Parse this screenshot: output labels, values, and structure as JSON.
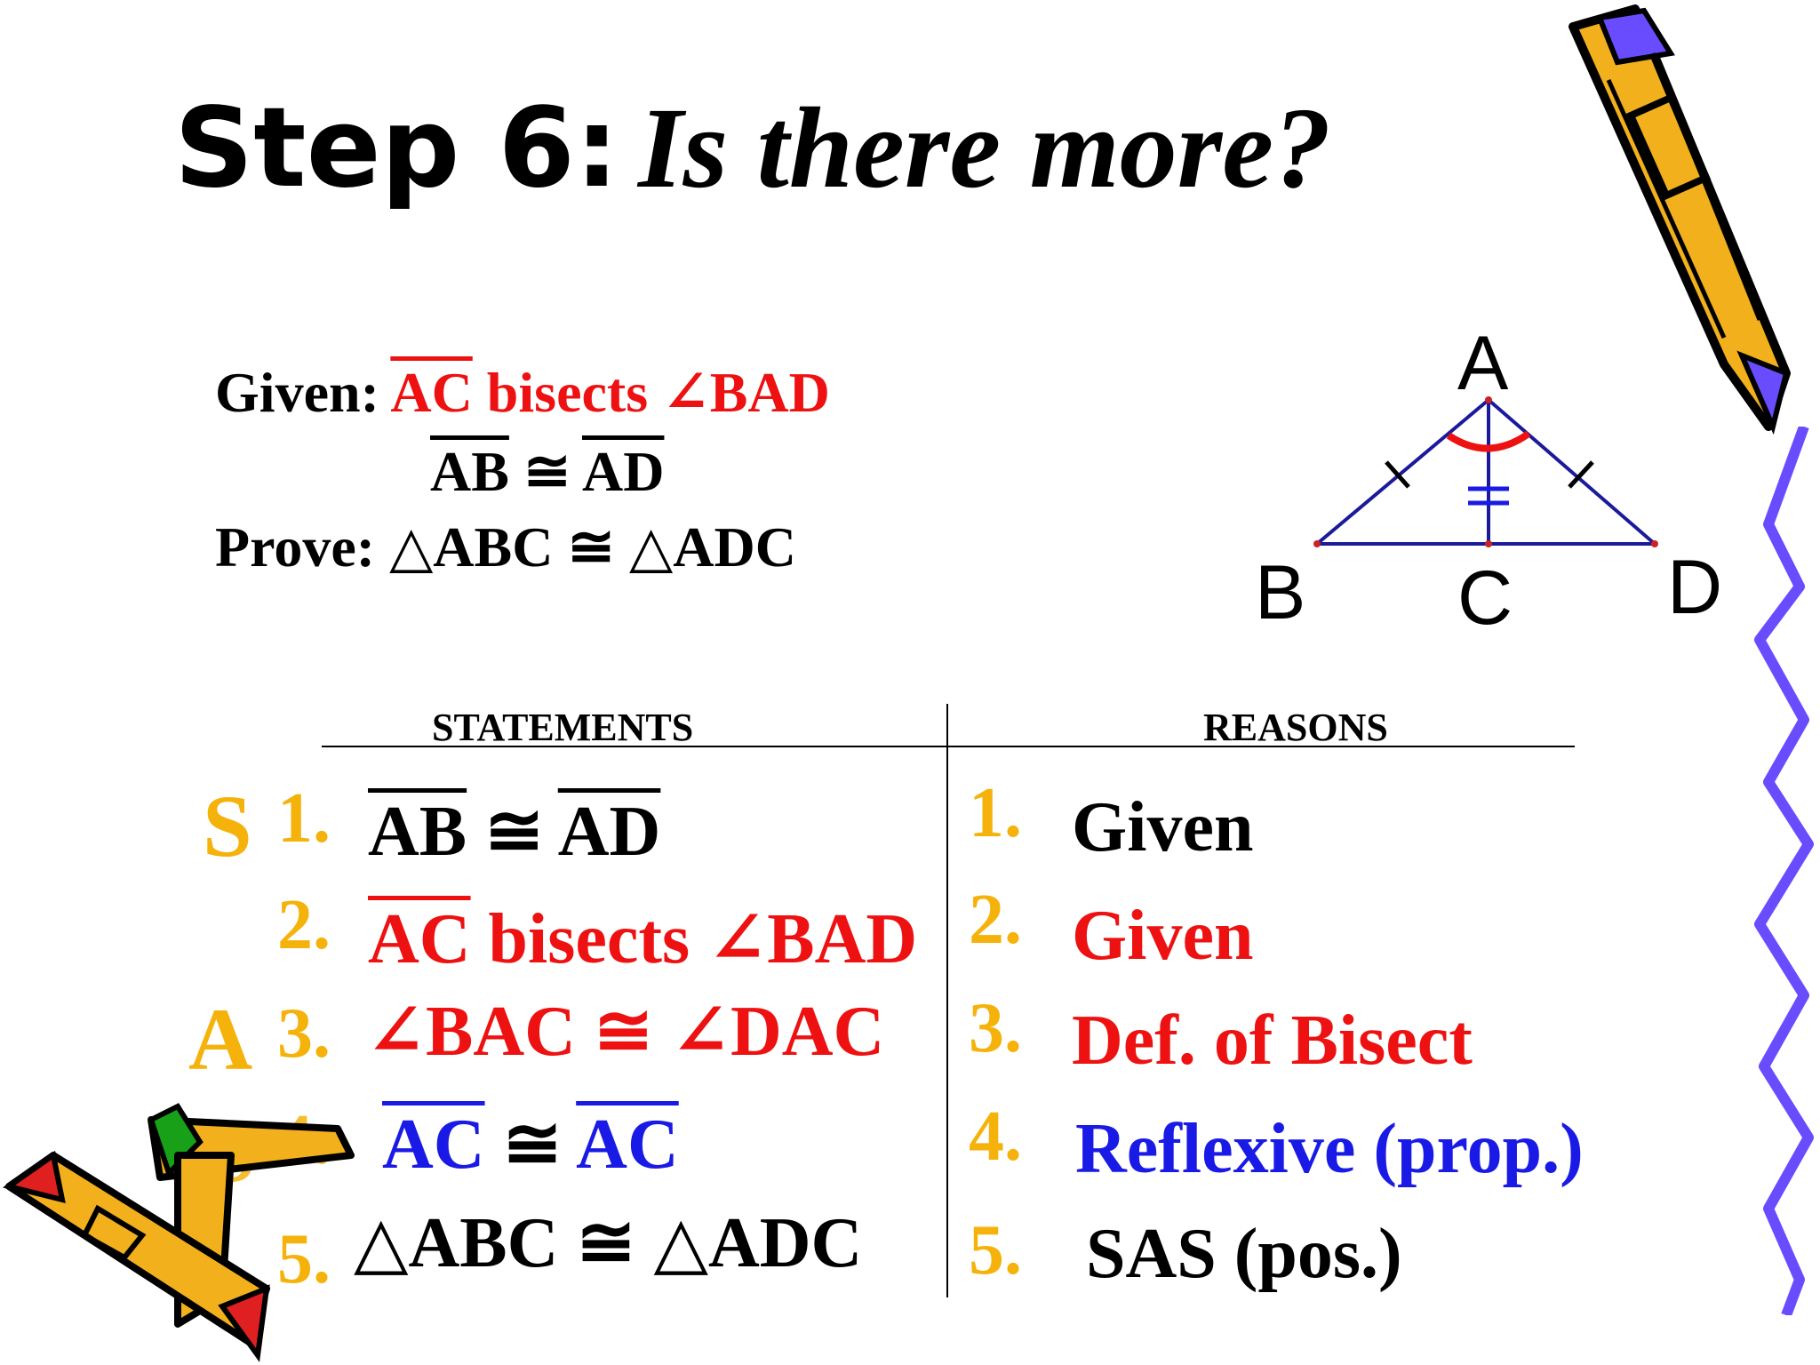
{
  "title": {
    "step": "Step 6:",
    "question": "Is there more?"
  },
  "problem": {
    "given_label": "Given:",
    "given_seg": "AC",
    "given_rest": " bisects ∠BAD",
    "given2_a": "AB",
    "given2_cong": " ≅ ",
    "given2_b": "AD",
    "prove_label": "Prove:",
    "prove_text": "△ABC ≅ △ADC"
  },
  "diagram": {
    "labels": {
      "a": "A",
      "b": "B",
      "c": "C",
      "d": "D"
    }
  },
  "table": {
    "statements_header": "STATEMENTS",
    "reasons_header": "REASONS",
    "letters": {
      "s1": "S",
      "a": "A",
      "s2": "S"
    },
    "rows": [
      {
        "num": "1.",
        "seg1": "AB",
        "cong": " ≅ ",
        "seg2": "AD",
        "reason_num": "1.",
        "reason": "Given"
      },
      {
        "num": "2.",
        "seg": "AC",
        "text": " bisects ∠BAD",
        "reason_num": "2.",
        "reason": "Given"
      },
      {
        "num": "3.",
        "text": "∠BAC ≅ ∠DAC",
        "reason_num": "3.",
        "reason": "Def. of Bisect"
      },
      {
        "num": "4.",
        "seg1": "AC",
        "cong": " ≅ ",
        "seg2": "AC",
        "reason_num": "4.",
        "reason": "Reflexive (prop.)"
      },
      {
        "num": "5.",
        "text": "△ABC ≅ △ADC",
        "reason_num": "5.",
        "reason": "SAS (pos.)"
      }
    ]
  },
  "colors": {
    "gold": "#f5b20b",
    "red": "#ee1111",
    "blue": "#1a1ae6",
    "purple": "#6a4cff"
  },
  "icons": [
    "pencil-icon",
    "crayons-icon",
    "squiggle-decoration"
  ]
}
